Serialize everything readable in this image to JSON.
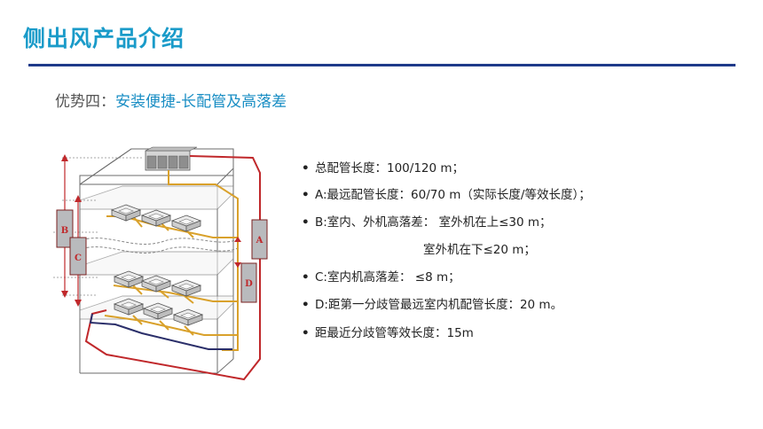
{
  "header": {
    "title": "侧出风产品介绍"
  },
  "subtitle": {
    "prefix": "优势四：",
    "highlight": "安装便捷-长配管及高落差"
  },
  "diagram": {
    "labels": {
      "a": "A",
      "b": "B",
      "c": "C",
      "d": "D"
    },
    "colors": {
      "pipe_gold": "#d9a12b",
      "pipe_red": "#c0282b",
      "pipe_navy": "#2b2f6a",
      "tag_fill": "#b9babd"
    }
  },
  "specs": {
    "bullet_char": "•",
    "items": [
      "总配管长度：100/120 m；",
      "A:最远配管长度：60/70 m（实际长度/等效长度）；",
      "B:室内、外机高落差： 室外机在上≤30 m；",
      "C:室内机高落差： ≤8 m；",
      "D:距第一分歧管最远室内机配管长度：20 m。",
      "距最近分歧管等效长度：15m"
    ],
    "continuation": "室外机在下≤20 m；"
  }
}
